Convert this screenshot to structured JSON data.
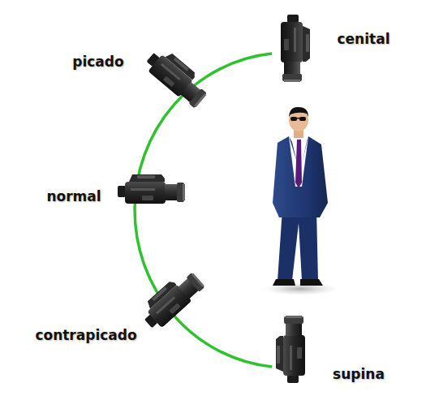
{
  "diagram": {
    "labels": [
      "cenital",
      "picado",
      "normal",
      "contrapicado",
      "supina"
    ]
  }
}
